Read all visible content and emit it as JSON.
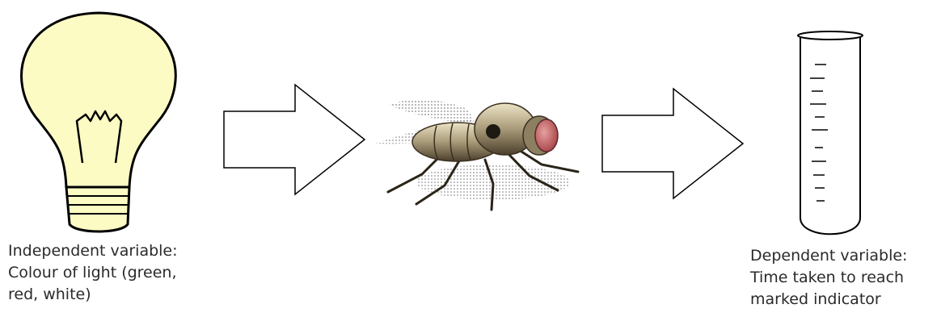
{
  "colors": {
    "bulb_fill": "#fdfbc4",
    "outline": "#000000",
    "arrow_fill": "#ffffff",
    "fly_eye": "#c0575a",
    "text": "#2a2a2a"
  },
  "icons": [
    "light-bulb-icon",
    "right-arrow-icon",
    "fly-icon",
    "test-tube-icon"
  ],
  "independent_caption": {
    "line1": "Independent variable:",
    "line2": "Colour of light (green,",
    "line3": "red, white)"
  },
  "dependent_caption": {
    "line1": "Dependent variable:",
    "line2": "Time taken to reach",
    "line3": "marked indicator"
  }
}
